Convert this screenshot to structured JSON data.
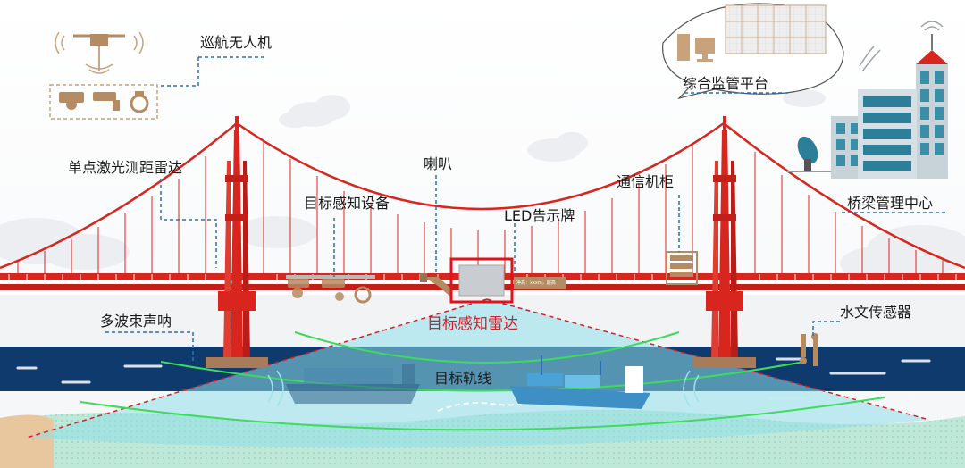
{
  "labels": {
    "drone": "巡航无人机",
    "laser_radar": "单点激光测距雷达",
    "horn": "喇叭",
    "sensing_device": "目标感知设备",
    "led_sign": "LED告示牌",
    "comm_cabinet": "通信机柜",
    "platform": "综合监管平台",
    "mgmt_center": "桥梁管理中心",
    "sonar": "多波束声呐",
    "target_radar": "目标感知雷达",
    "hydro_sensor": "水文传感器",
    "target_track": "目标轨线"
  },
  "led_display_text": "净高：xxxm，超高",
  "colors": {
    "bridge_red": "#d8261e",
    "water_dark": "#0e3a6e",
    "water_light": "#7fd6e6",
    "seabed": "#b8e6d4",
    "radar_box": "#e0121b",
    "dashed_line": "#2a6fb5",
    "track_green": "#3ddc5a"
  },
  "icons": [
    "drone-icon",
    "camera-icon",
    "speaker-icon",
    "computer-icon",
    "monitor-wall-icon",
    "building-icon",
    "satellite-dish-icon",
    "wifi-signal-icon",
    "cabinet-icon",
    "sensor-icon",
    "ship-icon"
  ]
}
